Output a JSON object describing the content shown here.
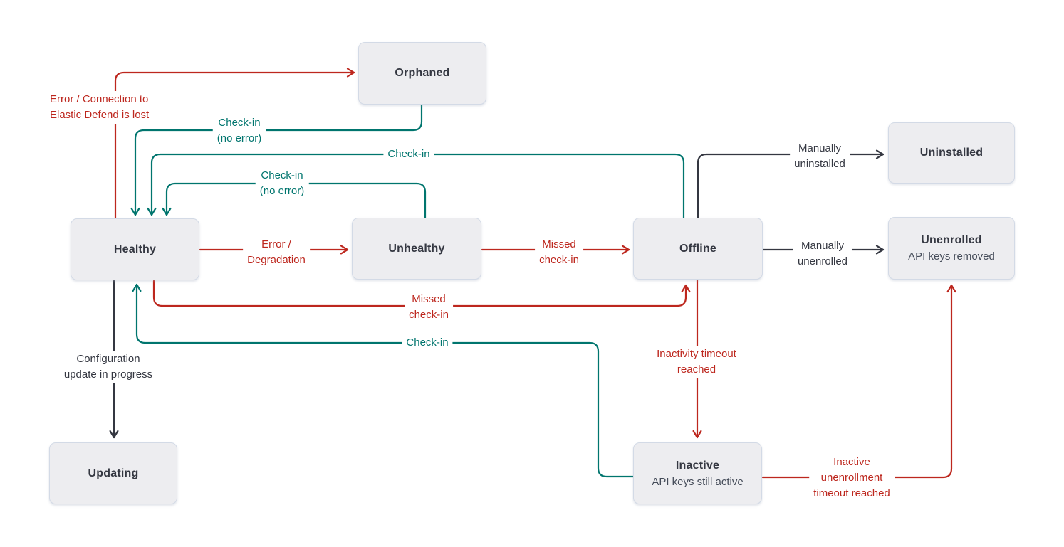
{
  "colors": {
    "red": "#bd271e",
    "teal": "#00756e",
    "dark": "#343741",
    "node_fill": "#ededf0",
    "node_border": "#d3dae6",
    "canvas_bg": "#ffffff"
  },
  "nodes": [
    {
      "id": "orphaned",
      "title": "Orphaned"
    },
    {
      "id": "healthy",
      "title": "Healthy"
    },
    {
      "id": "unhealthy",
      "title": "Unhealthy"
    },
    {
      "id": "offline",
      "title": "Offline"
    },
    {
      "id": "uninstalled",
      "title": "Uninstalled"
    },
    {
      "id": "unenrolled",
      "title": "Unenrolled",
      "subtitle": "API keys removed"
    },
    {
      "id": "updating",
      "title": "Updating"
    },
    {
      "id": "inactive",
      "title": "Inactive",
      "subtitle": "API keys still active"
    }
  ],
  "edge_labels": [
    {
      "from": "orphaned",
      "to": "healthy",
      "color": "teal",
      "lines": [
        "Check-in",
        "(no error)"
      ]
    },
    {
      "from": "offline",
      "to": "healthy",
      "color": "teal",
      "lines": [
        "Check-in"
      ]
    },
    {
      "from": "unhealthy",
      "to": "healthy",
      "color": "teal",
      "lines": [
        "Check-in",
        "(no error)"
      ]
    },
    {
      "from": "inactive",
      "to": "healthy",
      "color": "teal",
      "lines": [
        "Check-in"
      ]
    },
    {
      "from": "healthy",
      "to": "orphaned",
      "color": "red",
      "lines": [
        "Error / Connection to",
        "Elastic Defend is lost"
      ]
    },
    {
      "from": "healthy",
      "to": "unhealthy",
      "color": "red",
      "lines": [
        "Error /",
        "Degradation"
      ]
    },
    {
      "from": "unhealthy",
      "to": "offline",
      "color": "red",
      "lines": [
        "Missed",
        "check-in"
      ]
    },
    {
      "from": "healthy",
      "to": "offline",
      "color": "red",
      "lines": [
        "Missed",
        "check-in"
      ]
    },
    {
      "from": "offline",
      "to": "inactive",
      "color": "red",
      "lines": [
        "Inactivity timeout",
        "reached"
      ]
    },
    {
      "from": "inactive",
      "to": "unenrolled",
      "color": "red",
      "lines": [
        "Inactive",
        "unenrollment",
        "timeout reached"
      ]
    },
    {
      "from": "offline",
      "to": "uninstalled",
      "color": "dark",
      "lines": [
        "Manually",
        "uninstalled"
      ]
    },
    {
      "from": "offline",
      "to": "unenrolled",
      "color": "dark",
      "lines": [
        "Manually",
        "unenrolled"
      ]
    },
    {
      "from": "healthy",
      "to": "updating",
      "color": "dark",
      "lines": [
        "Configuration",
        "update in progress"
      ]
    }
  ]
}
